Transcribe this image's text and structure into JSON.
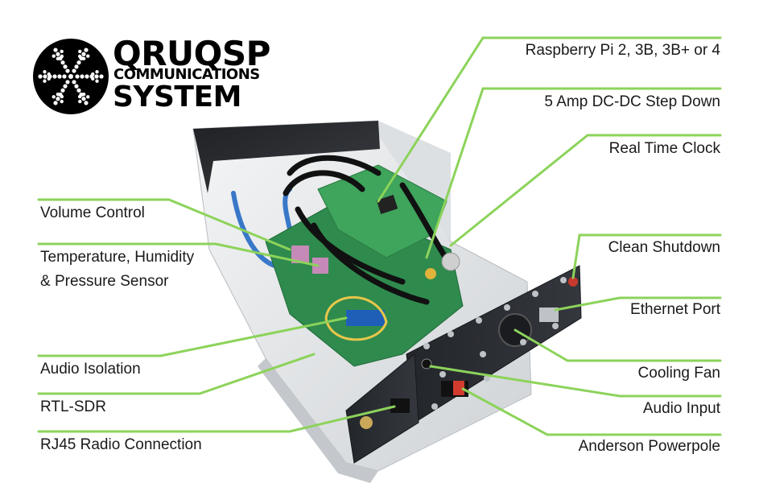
{
  "brand": {
    "line1": "QRUQSP",
    "line2": "COMMUNICATIONS",
    "line3": "SYSTEM",
    "logo_icon": "snowflake-dots-icon"
  },
  "labels_right": [
    {
      "id": "raspberry-pi",
      "text": "Raspberry Pi 2, 3B, 3B+ or 4"
    },
    {
      "id": "dcdc",
      "text": "5 Amp DC-DC Step Down"
    },
    {
      "id": "rtc",
      "text": "Real Time Clock"
    },
    {
      "id": "shutdown",
      "text": "Clean Shutdown"
    },
    {
      "id": "ethernet",
      "text": "Ethernet Port"
    },
    {
      "id": "fan",
      "text": "Cooling Fan"
    },
    {
      "id": "audio-input",
      "text": "Audio Input"
    },
    {
      "id": "anderson",
      "text": "Anderson Powerpole"
    }
  ],
  "labels_left": [
    {
      "id": "volume",
      "text": "Volume Control"
    },
    {
      "id": "sensor1",
      "text": "Temperature, Humidity"
    },
    {
      "id": "sensor2",
      "text": "& Pressure Sensor"
    },
    {
      "id": "audio-isolation",
      "text": "Audio Isolation"
    },
    {
      "id": "rtl-sdr",
      "text": "RTL-SDR"
    },
    {
      "id": "rj45",
      "text": "RJ45 Radio Connection"
    }
  ],
  "colors": {
    "leader": "#8cd35a",
    "pcb": "#2f8a4e",
    "rpi": "#3fa45c",
    "panel": "#2a2d33",
    "case": "#e6e8ea"
  }
}
